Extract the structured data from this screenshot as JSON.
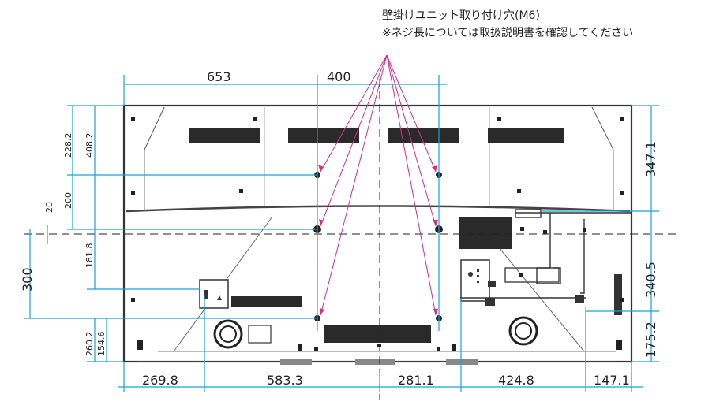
{
  "note": {
    "line1": "壁掛けユニット取り付け穴(M6)",
    "line2": "※ネジ長については取扱説明書を確認してください"
  },
  "dimensions": {
    "top": [
      "653",
      "400"
    ],
    "bottom": [
      "269.8",
      "583.3",
      "281.1",
      "424.8",
      "147.1"
    ],
    "left_vertical": [
      "228.2",
      "408.2",
      "200",
      "20",
      "300",
      "181.8",
      "260.2",
      "154.6"
    ],
    "right_vertical": [
      "347.1",
      "340.5",
      "175.2"
    ]
  },
  "colors": {
    "dimension_line": "#1aa0d8",
    "leader_line": "#d0308a",
    "tv_outline": "#333333",
    "vents": "#2a2a2a"
  }
}
